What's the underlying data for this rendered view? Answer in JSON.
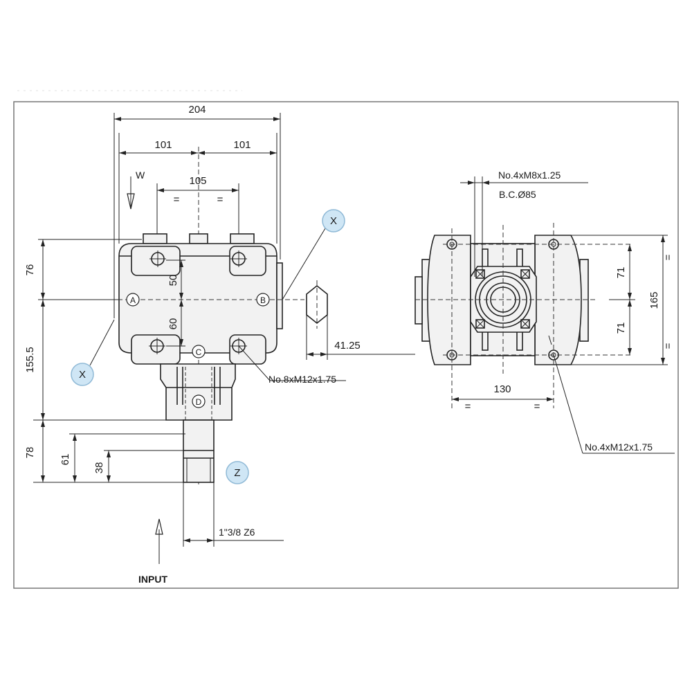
{
  "dimensions": {
    "overall_width": "204",
    "half_left": "101",
    "half_right": "101",
    "bolt_spacing": "105",
    "equal_sign": "=",
    "height_upper": "76",
    "height_lower": "155.5",
    "vertical_50": "50",
    "vertical_60": "60",
    "shaft_length": "78",
    "shaft_61": "61",
    "shaft_38": "38",
    "hex_offset": "41.25",
    "side_width": "130",
    "side_71_upper": "71",
    "side_71_lower": "71",
    "side_height": "165"
  },
  "labels": {
    "arrow_w": "W",
    "input": "INPUT",
    "thread_top": "No.4xM8x1.25",
    "bolt_circle": "B.C.Ø85",
    "thread_front": "No.8xM12x1.75",
    "thread_side": "No.4xM12x1.75",
    "spline": "1\"3/8 Z6"
  },
  "markers": {
    "a": "A",
    "b": "B",
    "c": "C",
    "d": "D"
  },
  "bubbles": {
    "x_top": "X",
    "x_bottom": "X",
    "z": "Z"
  },
  "colors": {
    "bubble_fill": "#cfe6f5",
    "bubble_stroke": "#8fb9d6"
  }
}
